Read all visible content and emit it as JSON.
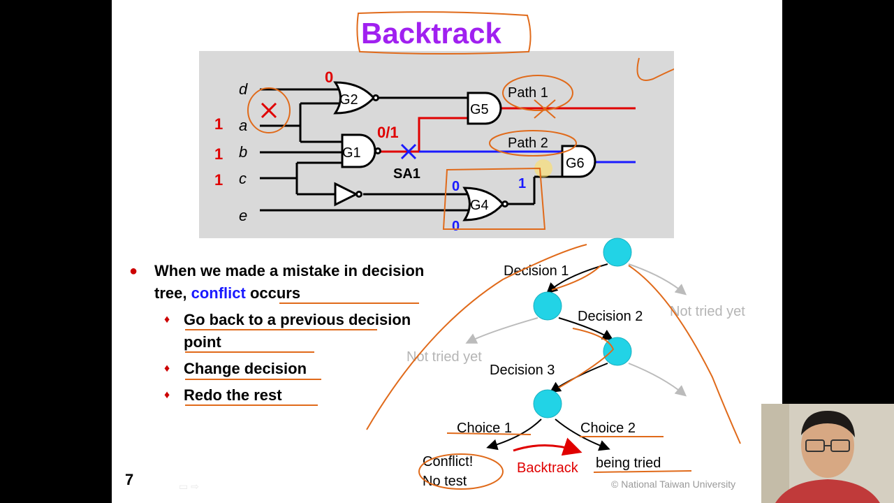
{
  "slide": {
    "title": "Backtrack",
    "page_number": "7",
    "copyright": "© National  Taiwan University"
  },
  "circuit": {
    "inputs": {
      "d": "d",
      "a": "a",
      "b": "b",
      "c": "c",
      "e": "e"
    },
    "input_values": {
      "a": "1",
      "b": "1",
      "c": "1"
    },
    "gates": {
      "g1": "G1",
      "g2": "G2",
      "g4": "G4",
      "g5": "G5",
      "g6": "G6"
    },
    "g2_input_value": "0",
    "fault_value": "0/1",
    "fault_label": "SA1",
    "g4_inputs": [
      "0",
      "0"
    ],
    "g4_output_value": "1",
    "path1": "Path 1",
    "path2": "Path 2"
  },
  "bullets": {
    "main_part1": "When we made a mistake in decision tree, ",
    "main_conflict": "conflict",
    "main_part2": " occurs",
    "sub": [
      "Go back to a previous decision point",
      "Change decision",
      "Redo the rest"
    ]
  },
  "tree": {
    "decision1": "Decision 1",
    "decision2": "Decision 2",
    "decision3": "Decision 3",
    "not_tried_right": "Not tried yet",
    "not_tried_left": "Not tried yet",
    "choice1": "Choice 1",
    "choice2": "Choice 2",
    "conflict_line1": "Conflict!",
    "conflict_line2": "No test",
    "backtrack": "Backtrack",
    "being_tried": "being tried"
  },
  "colors": {
    "title": "#a020f0",
    "red_path": "#e00000",
    "blue_path": "#1a1aff",
    "node_fill": "#22d3e6",
    "annotation": "#e06a1a"
  },
  "icons": [
    "cross-mark-icon",
    "pen-annotation",
    "webcam-presenter"
  ]
}
